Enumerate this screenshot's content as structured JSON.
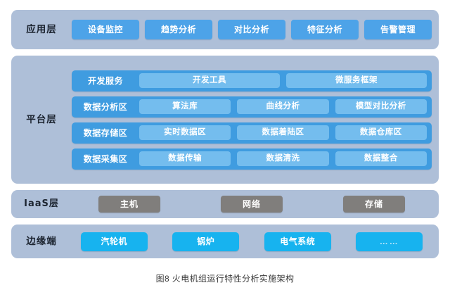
{
  "figure": {
    "caption": "图8 火电机组运行特性分析实施架构"
  },
  "layers": {
    "application": {
      "label": "应用层",
      "color": "#4da3e8",
      "items": [
        {
          "label": "设备监控"
        },
        {
          "label": "趋势分析"
        },
        {
          "label": "对比分析"
        },
        {
          "label": "特征分析"
        },
        {
          "label": "告警管理"
        }
      ]
    },
    "platform": {
      "label": "平台层",
      "row_color": "#3f9ce0",
      "pill_color": "#74bdee",
      "rows": [
        {
          "title": "开发服务",
          "items": [
            {
              "label": "开发工具"
            },
            {
              "label": "微服务框架"
            }
          ]
        },
        {
          "title": "数据分析区",
          "items": [
            {
              "label": "算法库"
            },
            {
              "label": "曲线分析"
            },
            {
              "label": "模型对比分析"
            }
          ]
        },
        {
          "title": "数据存储区",
          "items": [
            {
              "label": "实时数据区"
            },
            {
              "label": "数据着陆区"
            },
            {
              "label": "数据仓库区"
            }
          ]
        },
        {
          "title": "数据采集区",
          "items": [
            {
              "label": "数据传输"
            },
            {
              "label": "数据清洗"
            },
            {
              "label": "数据整合"
            }
          ]
        }
      ]
    },
    "iaas": {
      "label": "IaaS层",
      "color": "#807e7c",
      "items": [
        {
          "label": "主机"
        },
        {
          "label": "网络"
        },
        {
          "label": "存储"
        }
      ]
    },
    "edge": {
      "label": "边缘端",
      "color": "#17b3ef",
      "items": [
        {
          "label": "汽轮机"
        },
        {
          "label": "锅炉"
        },
        {
          "label": "电气系统"
        },
        {
          "label": "……"
        }
      ]
    }
  },
  "theme": {
    "panel_color": "#aebfd8",
    "background": "#ffffff",
    "label_color": "#1c2430"
  }
}
